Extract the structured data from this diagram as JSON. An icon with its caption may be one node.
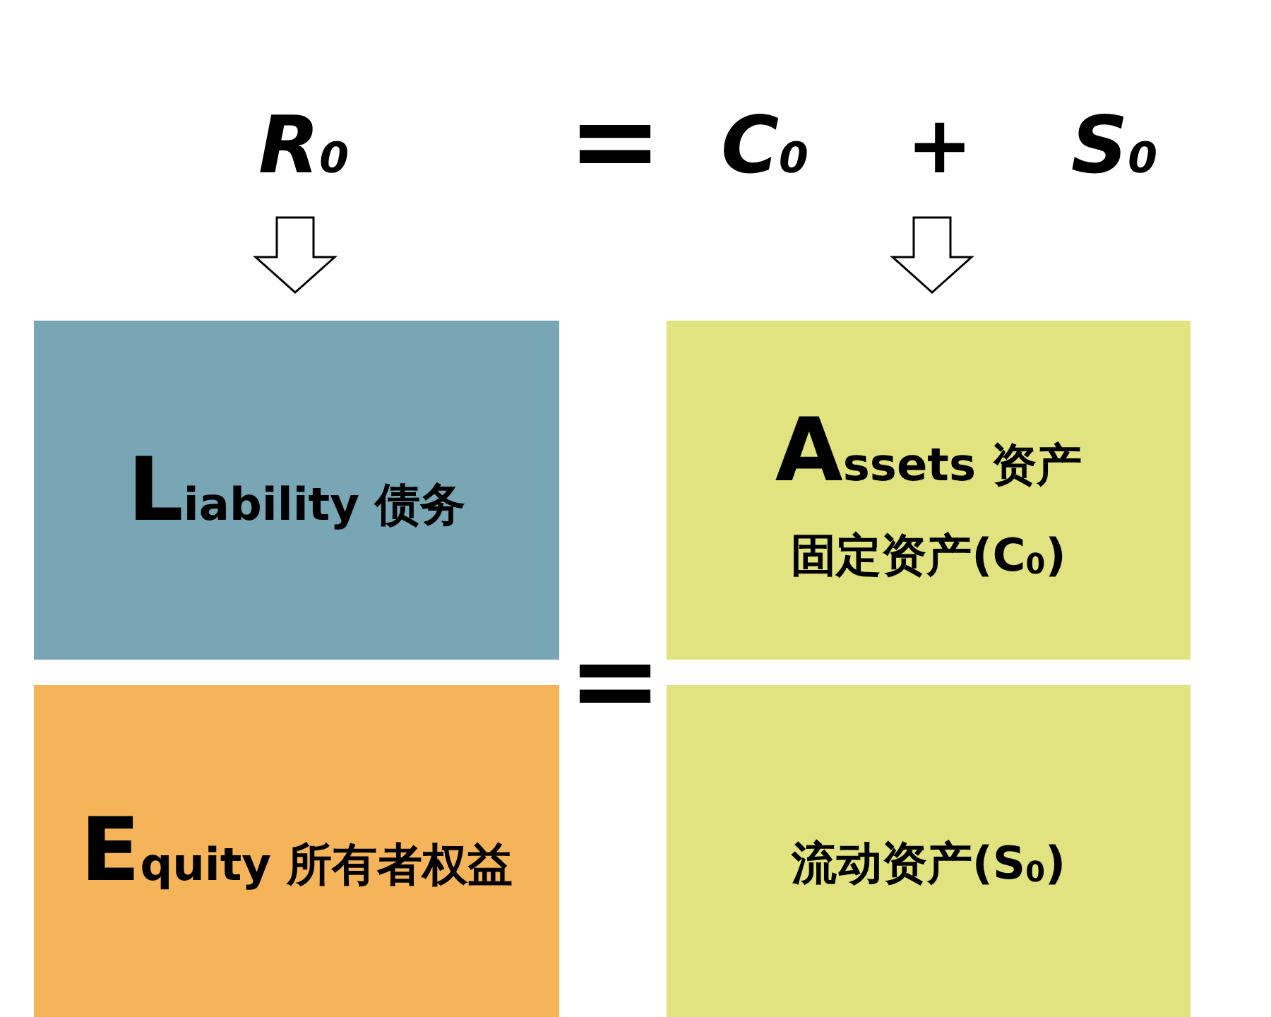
{
  "diagram": {
    "nodes": [
      {
        "text": [
          "R$_{0}$"
        ]
      },
      {
        "text": [
          "C$_{0}$ + S$_{0}$"
        ]
      },
      {
        "text": [
          "Liability 债务"
        ]
      },
      {
        "text": [
          "Assets 资产",
          "固定资产(C$_{0}$)"
        ]
      },
      {
        "text": [
          "Equity 所有者权益"
        ]
      },
      {
        "text": [
          "流动资产(S$_{0}$)"
        ]
      }
    ],
    "edges": [
      {
        "from": 0,
        "to": 2,
        "arrow": "to"
      },
      {
        "from": 1,
        "to": 3,
        "arrow": "to"
      }
    ],
    "labels": [
      "=",
      "="
    ]
  }
}
